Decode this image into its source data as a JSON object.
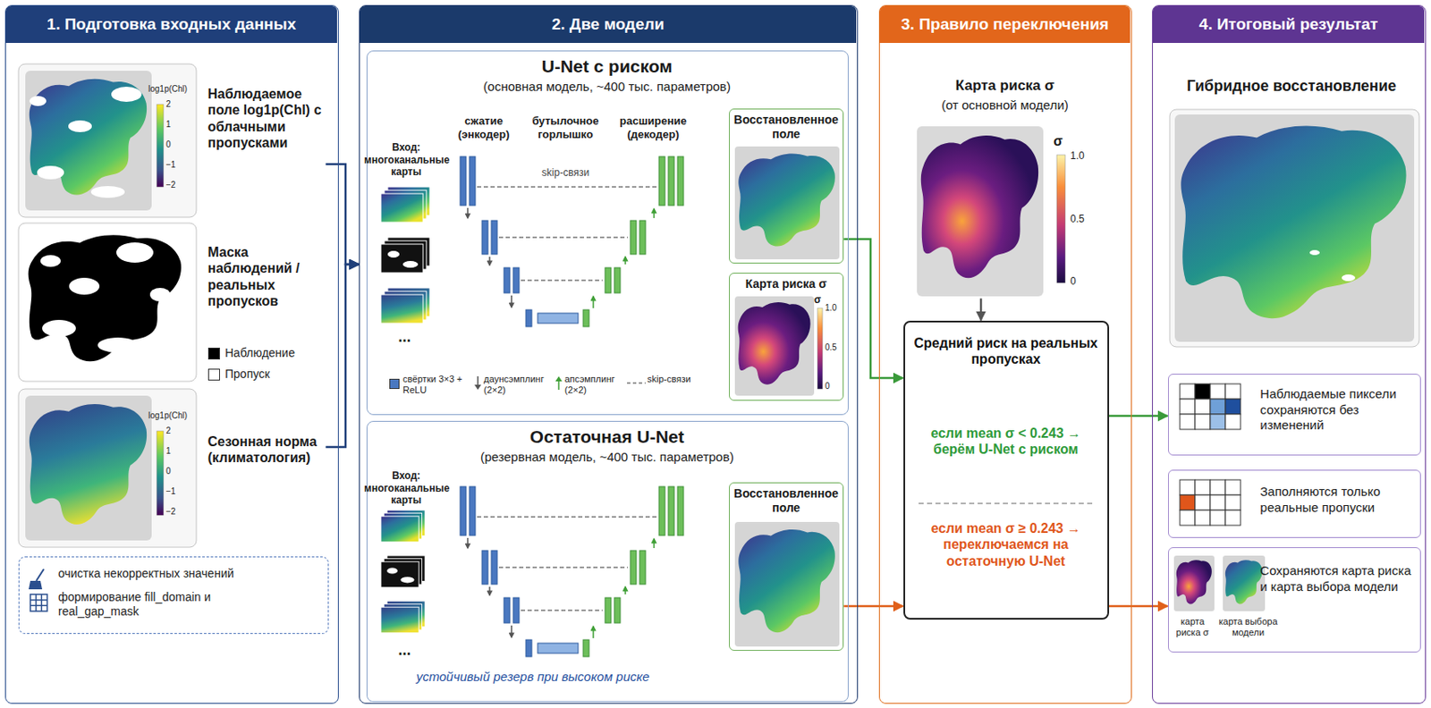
{
  "diagram": {
    "nodes": [
      {
        "text": [
          "1. Подготовка входных данных"
        ]
      },
      {
        "text": [
          "Наблюдаемое поле log1p(Chl) с облачными пропусками"
        ],
        "in": 0
      },
      {
        "text": [
          "Маска наблюдений / реальных пропусков"
        ],
        "in": 0
      },
      {
        "text": [
          "Сезонная норма (климатология)"
        ],
        "in": 0
      },
      {
        "text": [
          "очистка некорректных значений",
          "формирование fill_domain и real_gap_mask"
        ],
        "in": 0
      },
      {
        "text": [
          "2. Две модели"
        ]
      },
      {
        "text": [
          "U-Net с риском",
          "(основная модель, ~400 тыс. параметров)"
        ],
        "in": 5
      },
      {
        "text": [
          "Восстановленное поле"
        ],
        "in": 6
      },
      {
        "text": [
          "Карта риска σ"
        ],
        "in": 6
      },
      {
        "text": [
          "Остаточная U-Net",
          "(резервная модель, ~400 тыс. параметров)",
          "устойчивый резерв при высоком риске"
        ],
        "in": 5
      },
      {
        "text": [
          "Восстановленное поле"
        ],
        "in": 9
      },
      {
        "text": [
          "3. Правило переключения"
        ]
      },
      {
        "text": [
          "Карта риска σ",
          "(от основной модели)"
        ],
        "in": 11
      },
      {
        "text": [
          "Средний риск на реальных пропусках",
          "если mean σ < 0.243 → берём U-Net с риском",
          "если mean σ ≥ 0.243 → переключаемся на остаточную U-Net"
        ],
        "in": 11
      },
      {
        "text": [
          "4. Итоговый результат"
        ]
      },
      {
        "text": [
          "Гибридное восстановление"
        ],
        "in": 14
      },
      {
        "text": [
          "Наблюдаемые пиксели сохраняются без изменений"
        ],
        "in": 14
      },
      {
        "text": [
          "Заполняются только реальные пропуски"
        ],
        "in": 14
      },
      {
        "text": [
          "Сохраняются карта риска и карта выбора модели"
        ],
        "in": 14
      }
    ],
    "edges": [
      {
        "from": 1,
        "to": 5,
        "arrow": "to"
      },
      {
        "from": 3,
        "to": 5,
        "arrow": "to"
      },
      {
        "from": 7,
        "to": 13,
        "arrow": "to"
      },
      {
        "from": 10,
        "to": 13,
        "arrow": "to"
      },
      {
        "from": 12,
        "to": 13,
        "arrow": "to"
      },
      {
        "from": 13,
        "to": 16,
        "arrow": "to"
      },
      {
        "from": 13,
        "to": 18,
        "arrow": "to"
      }
    ],
    "labels": [
      "log1p(Chl)",
      "2",
      "1",
      "0",
      "−1",
      "−2",
      "log1p(Chl)",
      "2",
      "1",
      "0",
      "−1",
      "−2",
      "Вход: многоканальные карты",
      "сжатие (энкодер)",
      "бутылочное горлышко",
      "расширение (декодер)",
      "skip-связи",
      "...",
      "σ",
      "1.0",
      "0.5",
      "0",
      "Вход: многоканальные карты",
      "...",
      "σ",
      "1.0",
      "0.5",
      "0",
      "карта риска σ",
      "карта выбора модели"
    ],
    "legend": [
      {
        "text": "Наблюдение",
        "color": "#000000"
      },
      {
        "text": "Пропуск",
        "color": "#ffffff"
      },
      {
        "text": "свёртки 3×3 + ReLU",
        "color": "#4a78c0"
      },
      {
        "text": "даунсэмплинг (2×2)"
      },
      {
        "text": "апсэмплинг (2×2)"
      },
      {
        "text": "skip-связи"
      }
    ]
  }
}
